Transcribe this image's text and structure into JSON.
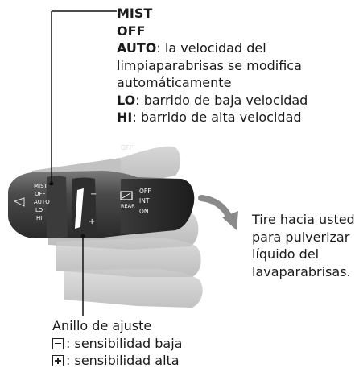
{
  "top_legend": {
    "mist": "MIST",
    "off": "OFF",
    "auto_key": "AUTO",
    "auto_desc_1": ": la velocidad del",
    "auto_desc_2": "limpiaparabrisas se modifica",
    "auto_desc_3": "automáticamente",
    "lo_key": "LO",
    "lo_desc": ": barrido de baja velocidad",
    "hi_key": "HI",
    "hi_desc": ": barrido de alta velocidad"
  },
  "right_note": {
    "line1": "Tire hacia usted",
    "line2": "para pulverizar",
    "line3": "líquido del",
    "line4": "lavaparabrisas."
  },
  "bottom_legend": {
    "title": "Anillo de ajuste",
    "minus_desc": ": sensibilidad baja",
    "plus_desc": ": sensibilidad alta"
  },
  "stalk_labels": {
    "mist": "MIST",
    "off": "OFF",
    "auto": "AUTO",
    "lo": "LO",
    "hi": "HI",
    "ring_minus": "−",
    "ring_plus": "+",
    "rear": "REAR",
    "int": "INT",
    "on": "ON",
    "off_end": "OFF",
    "top_off": "OFF"
  }
}
